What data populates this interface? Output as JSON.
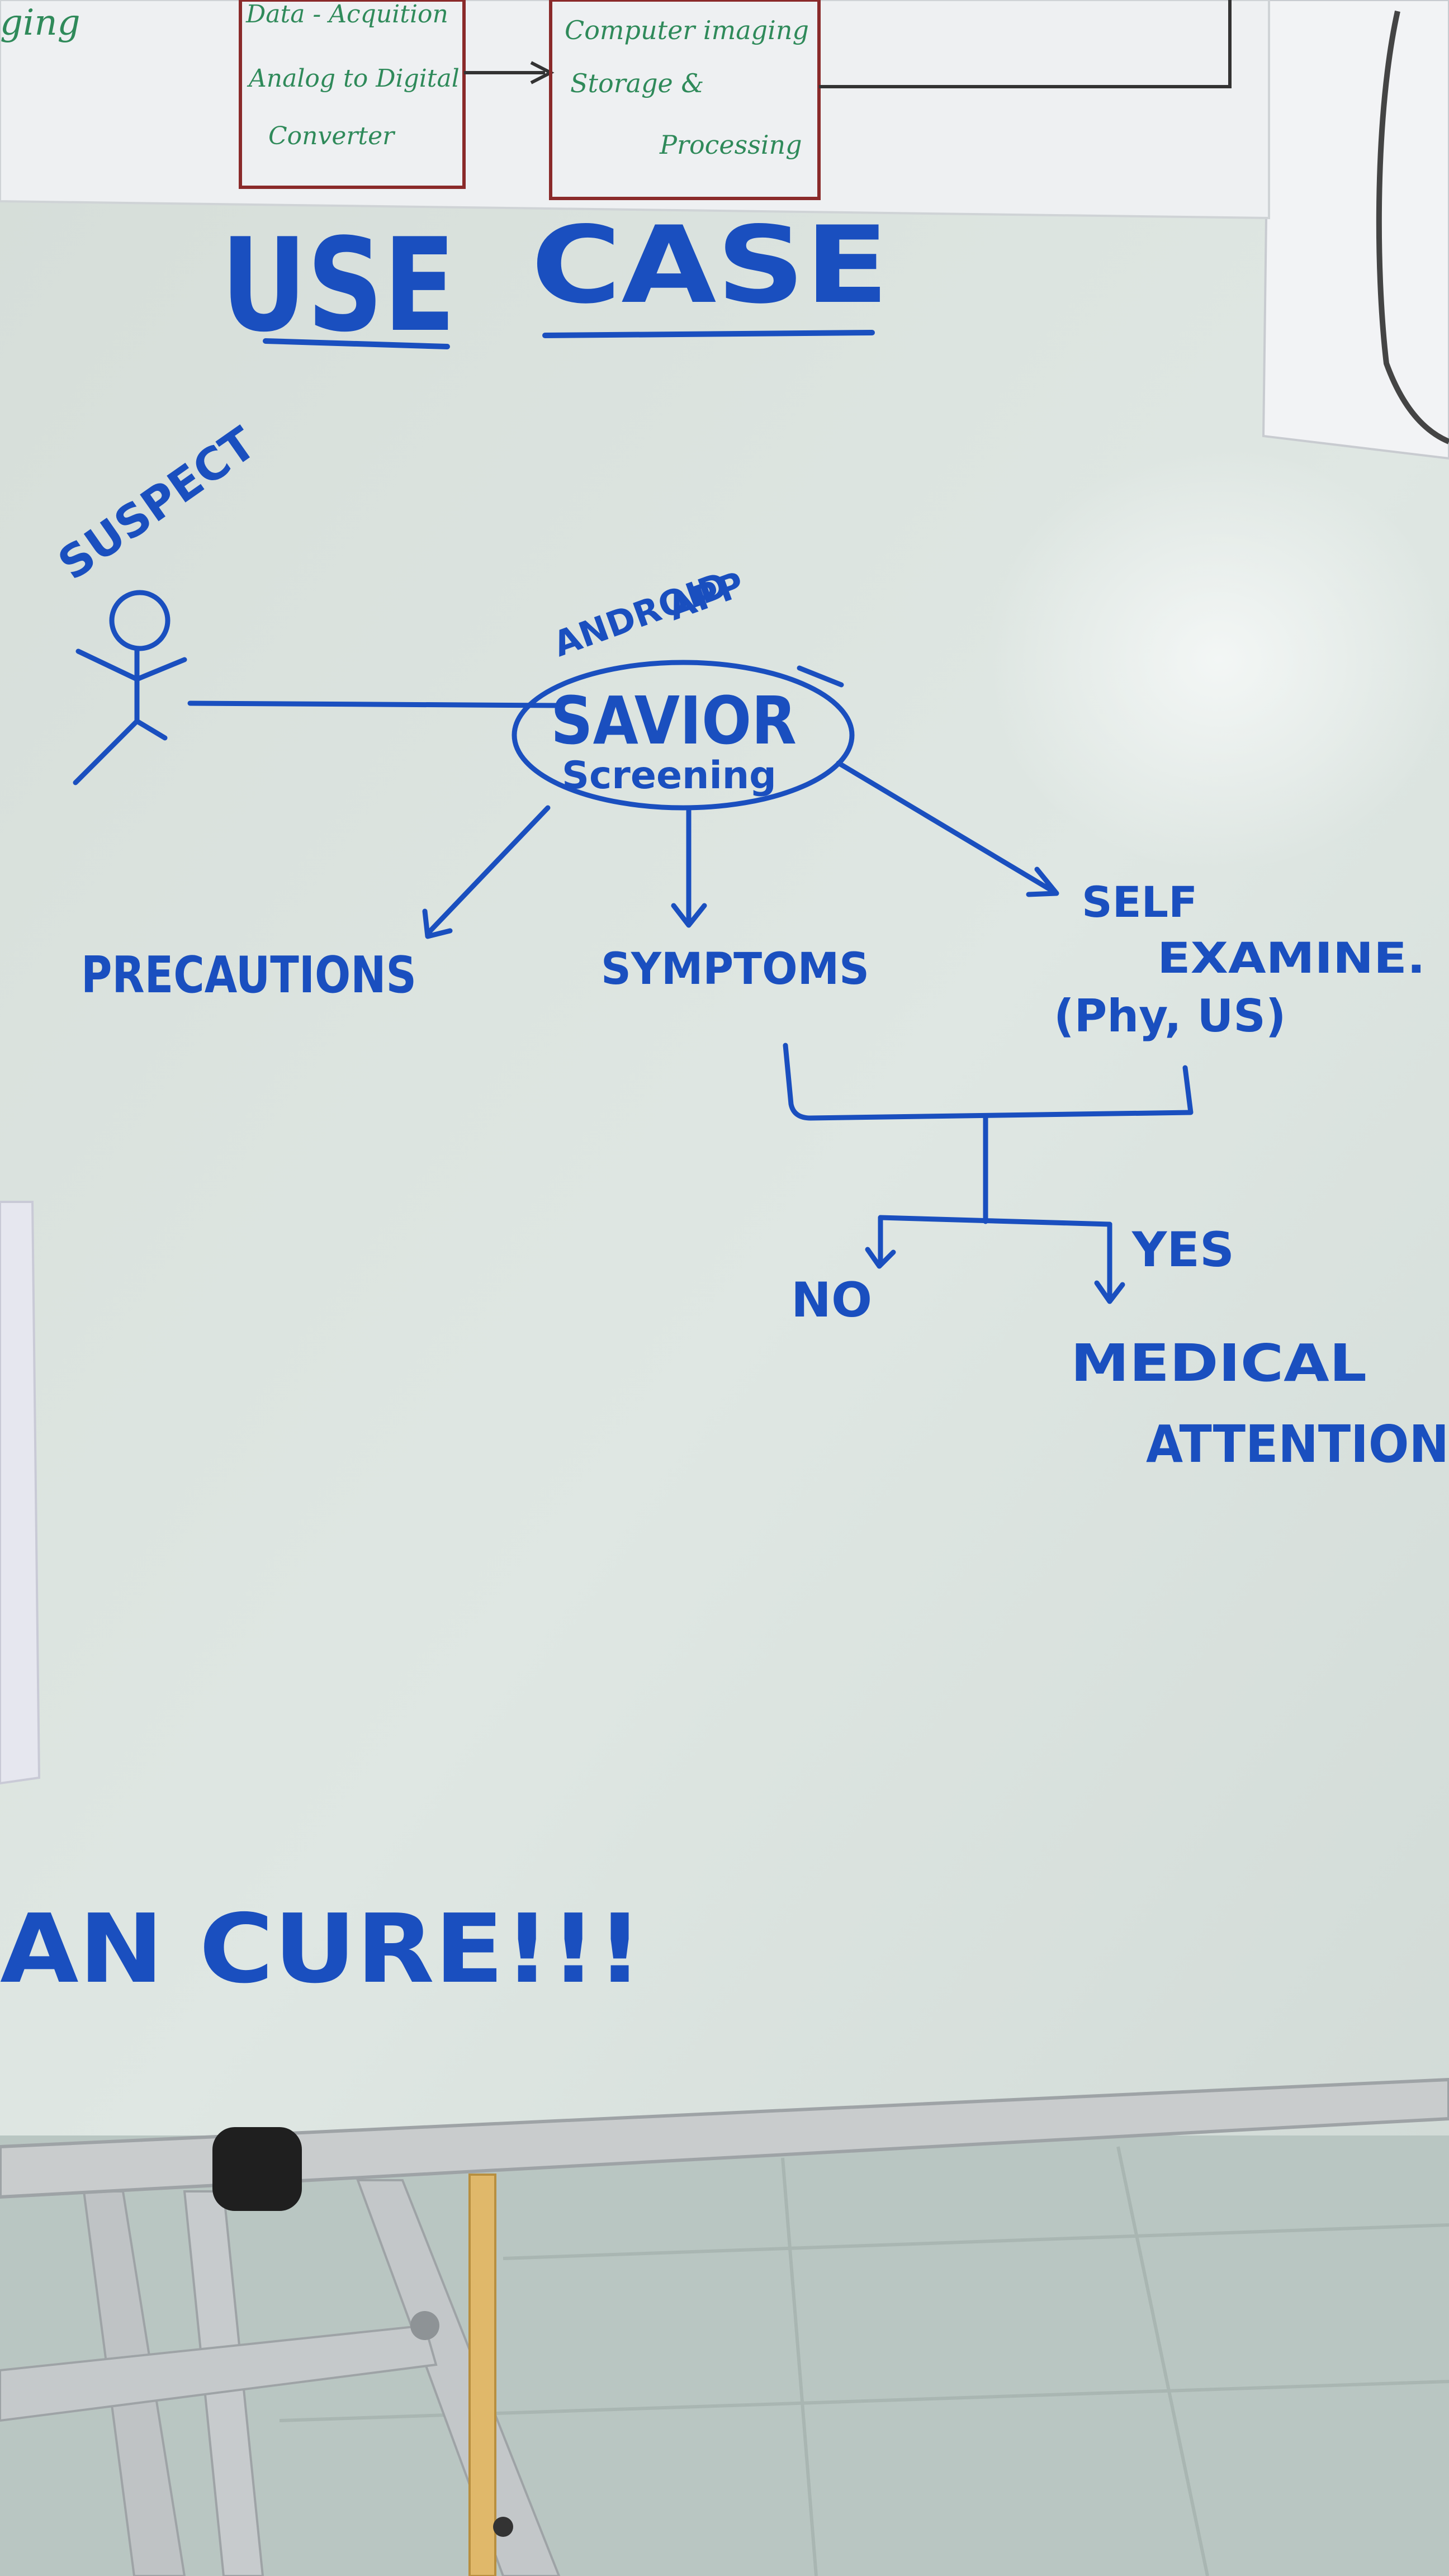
{
  "colors": {
    "ink": "#1a4fbf",
    "board": "#dde5e0",
    "paper": "#eef0f2",
    "paper_box_border": "#8a2a2a",
    "paper_text": "#2f8a5a",
    "floor": "#b9c6c2",
    "stand": "#bfc3c5",
    "frame": "#c9cccd"
  },
  "paper_chart": {
    "left_fragment": "ging",
    "box1_lines": [
      "Data - Acquition",
      "Analog to Digital",
      "Converter"
    ],
    "box2_lines": [
      "Computer imaging",
      "Storage &",
      "Processing"
    ]
  },
  "whiteboard": {
    "title_word1": "USE",
    "title_word2": "CASE",
    "actor_label": "SUSPECT",
    "system_note_line1": "ANDROID",
    "system_note_line2": "APP",
    "system_title": "SAVIOR",
    "system_subtitle": "Screening",
    "branch_precautions": "PRECAUTIONS",
    "branch_symptoms": "SYMPTOMS",
    "branch_self_line1": "SELF",
    "branch_self_line2": "EXAMINE.",
    "branch_self_line3": "(Phy, US)",
    "outcome_no": "NO",
    "outcome_yes": "YES",
    "outcome_medical_line1": "MEDICAL",
    "outcome_medical_line2": "ATTENTION",
    "bottom_text": "AN CURE!!!"
  }
}
